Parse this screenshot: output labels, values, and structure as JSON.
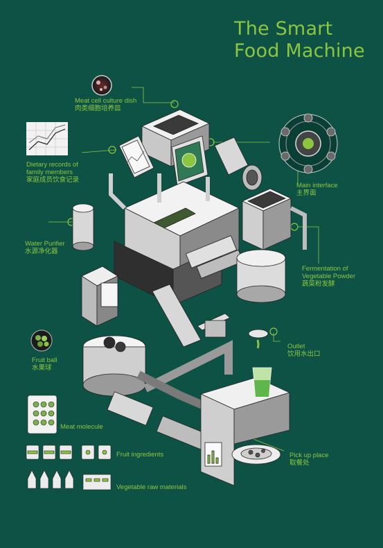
{
  "title": {
    "line1": "The Smart",
    "line2": "Food Machine"
  },
  "labels": {
    "meat_cell_dish": {
      "en": "Meat cell culture dish",
      "zh": "肉类细胞培养皿"
    },
    "dietary_records": {
      "en1": "Dietary records of",
      "en2": "family members",
      "zh": "家庭成员饮食记录"
    },
    "main_interface": {
      "en": "Main interface",
      "zh": "主界面"
    },
    "water_purifier": {
      "en": "Water Purifier",
      "zh": "水源净化器"
    },
    "fermentation": {
      "en1": "Fermentation of",
      "en2": "Vegetable Powder",
      "zh": "蔬菜粉发酵"
    },
    "fruit_ball": {
      "en": "Fruit ball",
      "zh": "水果球"
    },
    "outlet": {
      "en": "Outlet",
      "zh": "饮用水出口"
    },
    "meat_molecule": {
      "en": "Meat molecule"
    },
    "fruit_ingredients": {
      "en": "Fruit ingredients"
    },
    "pick_up_place": {
      "en": "Pick up place",
      "zh": "取餐处"
    },
    "vegetable_raw": {
      "en": "Vegetable raw materials"
    }
  },
  "colors": {
    "background": "#0e5246",
    "accent": "#8cc640",
    "machine_light": "#e6e6e6",
    "machine_mid": "#a8a8a8",
    "machine_dark": "#3c3c3c"
  }
}
